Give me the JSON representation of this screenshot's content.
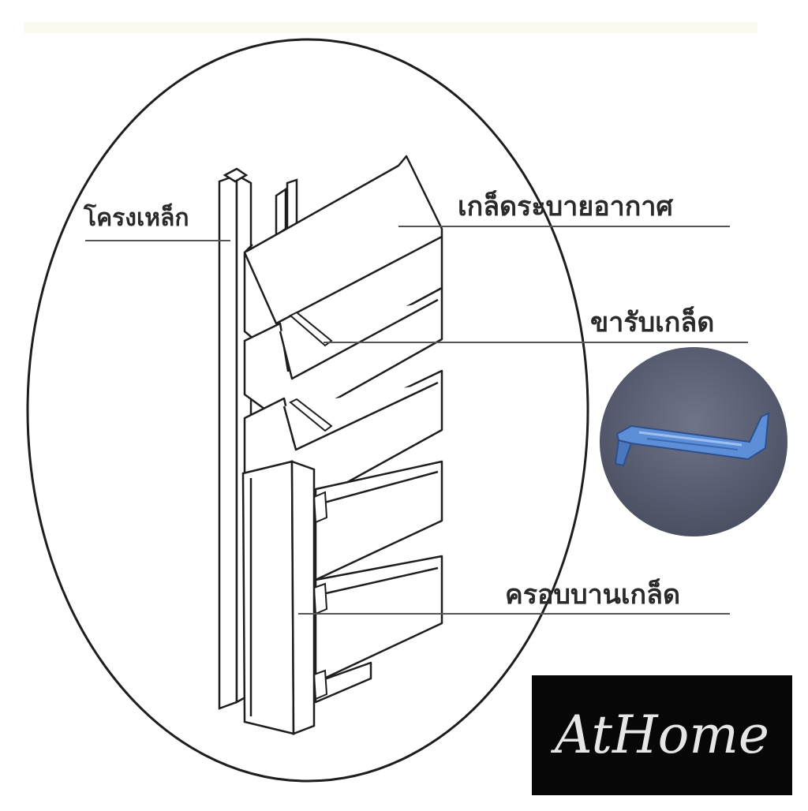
{
  "labels": {
    "frame": "โครงเหล็ก",
    "louver": "เกล็ดระบายอากาศ",
    "support": "ขารับเกล็ด",
    "cover": "ครอบบานเกล็ด"
  },
  "brand": {
    "text": "AtHome"
  },
  "colors": {
    "line": "#1e1e1e",
    "leader": "#555555",
    "bracket_blue": "#5d8ed8",
    "logo_bg": "#070707",
    "logo_text": "#e6e6e6"
  }
}
